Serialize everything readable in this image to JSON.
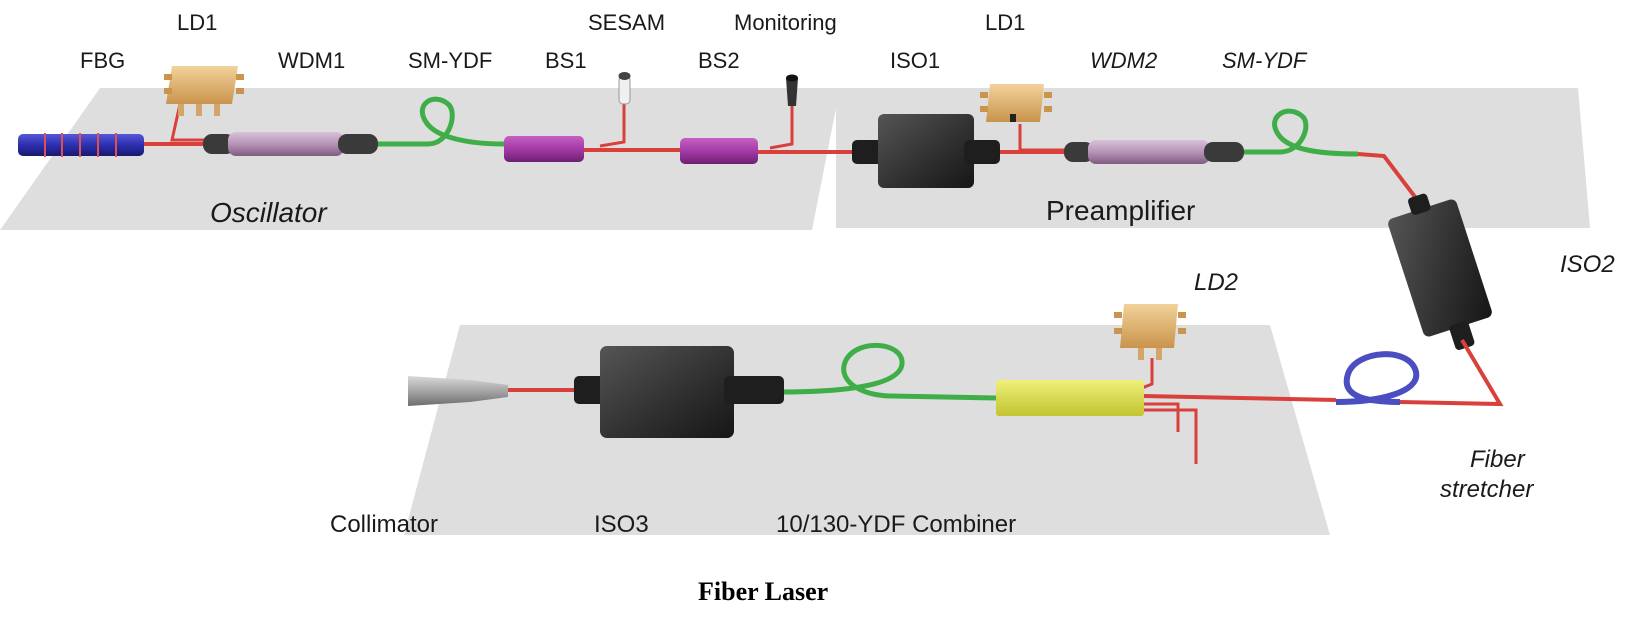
{
  "caption": "Fiber Laser",
  "stages": {
    "oscillator": "Oscillator",
    "preamplifier": "Preamplifier"
  },
  "components": {
    "fbg": "FBG",
    "ld1_osc": "LD1",
    "wdm1": "WDM1",
    "smydf_osc": "SM-YDF",
    "bs1": "BS1",
    "sesam": "SESAM",
    "monitoring": "Monitoring",
    "bs2": "BS2",
    "iso1": "ISO1",
    "ld1_pre": "LD1",
    "wdm2": "WDM2",
    "smydf_pre": "SM-YDF",
    "iso2": "ISO2",
    "ld2": "LD2",
    "fiber_stretcher_1": "Fiber",
    "fiber_stretcher_2": "stretcher",
    "collimator": "Collimator",
    "iso3": "ISO3",
    "ydf_combiner": "10/130-YDF Combiner"
  },
  "colors": {
    "plate": "#dcdcdc",
    "red_fiber": "#d9403c",
    "green_fiber": "#3fae49",
    "blue_fiber": "#4b4ec0",
    "iso_body": "#2e2e2e",
    "wdm_body": "#b793b8",
    "bs_body": "#a43aa6",
    "ld_gold": "#e2b877",
    "combiner": "#dfe25a",
    "fbg": "#2d2fb0"
  }
}
